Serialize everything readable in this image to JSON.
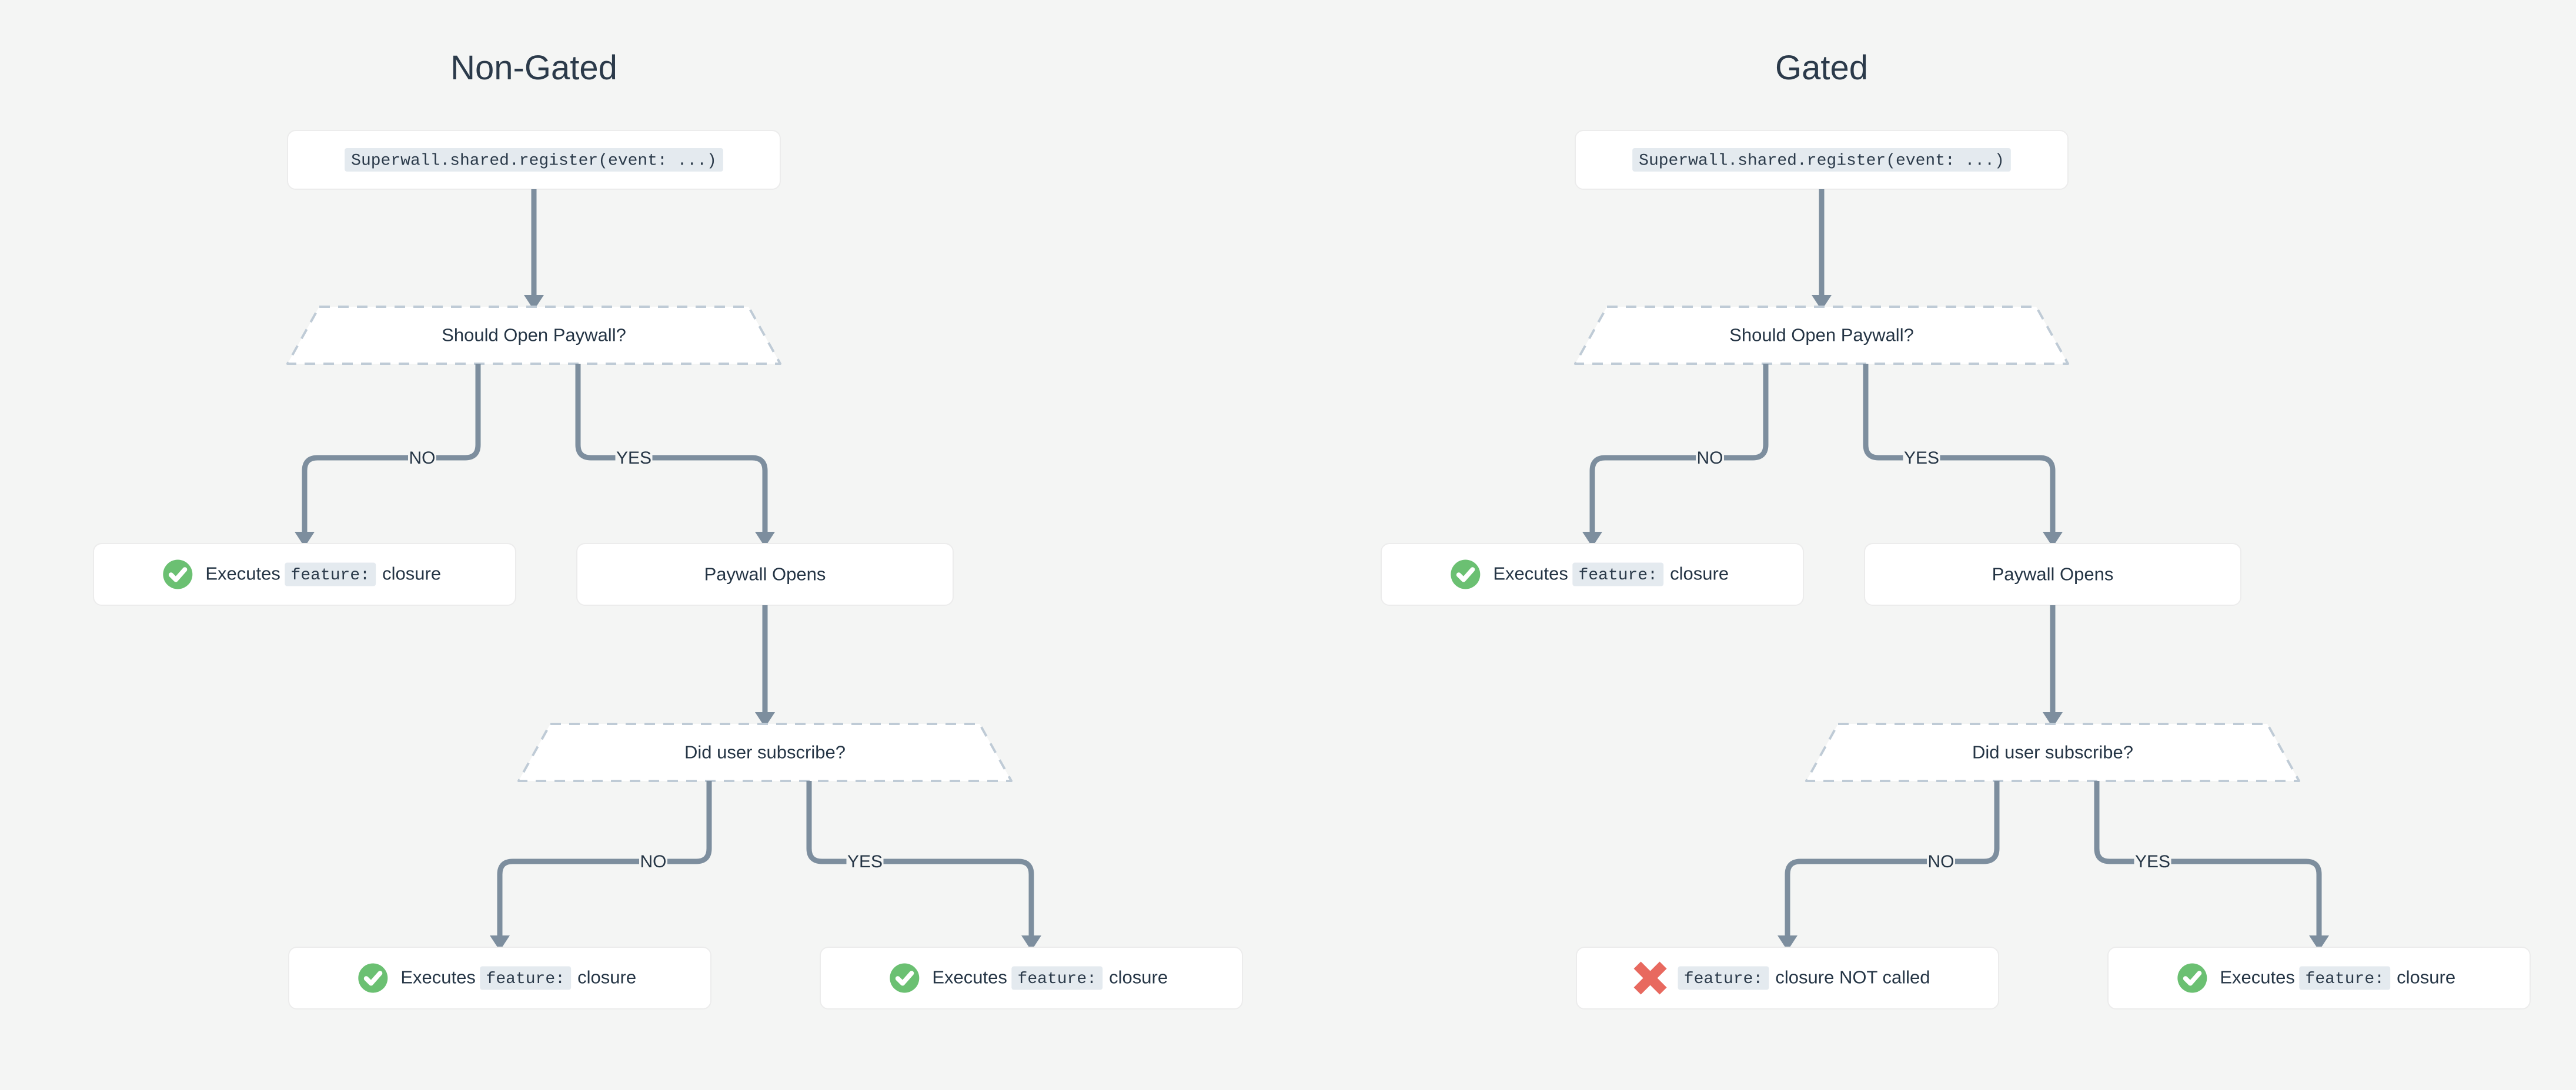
{
  "page": {
    "background_color": "#f4f5f4",
    "type": "flowchart-diagram"
  },
  "palette": {
    "background": "#f4f5f4",
    "card": "#ffffff",
    "card_border": "#ececec",
    "decision_border": "#bfcbd6",
    "edge": "#7d8e9e",
    "text": "#253545",
    "code_chip_bg": "#e4eaef",
    "code_text": "#2b3a4a",
    "success_green": "#6bc072",
    "error_red": "#e8695f"
  },
  "columns": [
    {
      "id": "non-gated",
      "title": "Non-Gated",
      "nodes": {
        "entry": {
          "kind": "code",
          "code": "Superwall.shared.register(event: ...)"
        },
        "decision1": {
          "kind": "decision",
          "label": "Should Open Paywall?"
        },
        "no_branch": {
          "kind": "result",
          "status": "success",
          "icon": "check-circle-icon",
          "parts": [
            {
              "type": "text",
              "value": "Executes"
            },
            {
              "type": "code",
              "value": "feature:"
            },
            {
              "type": "text",
              "value": "closure"
            }
          ]
        },
        "yes_branch": {
          "kind": "plain",
          "label": "Paywall Opens"
        },
        "decision2": {
          "kind": "decision",
          "label": "Did user subscribe?"
        },
        "sub_no": {
          "kind": "result",
          "status": "success",
          "icon": "check-circle-icon",
          "parts": [
            {
              "type": "text",
              "value": "Executes"
            },
            {
              "type": "code",
              "value": "feature:"
            },
            {
              "type": "text",
              "value": "closure"
            }
          ]
        },
        "sub_yes": {
          "kind": "result",
          "status": "success",
          "icon": "check-circle-icon",
          "parts": [
            {
              "type": "text",
              "value": "Executes"
            },
            {
              "type": "code",
              "value": "feature:"
            },
            {
              "type": "text",
              "value": "closure"
            }
          ]
        }
      },
      "edge_labels": {
        "d1_no": "NO",
        "d1_yes": "YES",
        "d2_no": "NO",
        "d2_yes": "YES"
      }
    },
    {
      "id": "gated",
      "title": "Gated",
      "nodes": {
        "entry": {
          "kind": "code",
          "code": "Superwall.shared.register(event: ...)"
        },
        "decision1": {
          "kind": "decision",
          "label": "Should Open Paywall?"
        },
        "no_branch": {
          "kind": "result",
          "status": "success",
          "icon": "check-circle-icon",
          "parts": [
            {
              "type": "text",
              "value": "Executes"
            },
            {
              "type": "code",
              "value": "feature:"
            },
            {
              "type": "text",
              "value": "closure"
            }
          ]
        },
        "yes_branch": {
          "kind": "plain",
          "label": "Paywall Opens"
        },
        "decision2": {
          "kind": "decision",
          "label": "Did user subscribe?"
        },
        "sub_no": {
          "kind": "result",
          "status": "error",
          "icon": "cross-icon",
          "parts": [
            {
              "type": "code",
              "value": "feature:"
            },
            {
              "type": "text",
              "value": "closure NOT called"
            }
          ]
        },
        "sub_yes": {
          "kind": "result",
          "status": "success",
          "icon": "check-circle-icon",
          "parts": [
            {
              "type": "text",
              "value": "Executes"
            },
            {
              "type": "code",
              "value": "feature:"
            },
            {
              "type": "text",
              "value": "closure"
            }
          ]
        }
      },
      "edge_labels": {
        "d1_no": "NO",
        "d1_yes": "YES",
        "d2_no": "NO",
        "d2_yes": "YES"
      }
    }
  ]
}
